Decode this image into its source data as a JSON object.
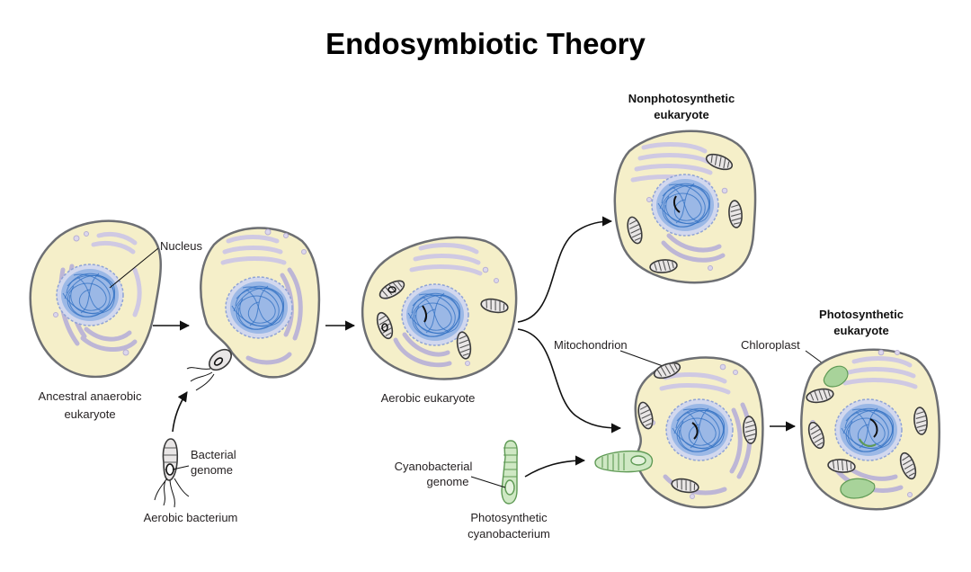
{
  "title": "Endosymbiotic Theory",
  "labels": {
    "nucleus": "Nucleus",
    "ancestral_line1": "Ancestral anaerobic",
    "ancestral_line2": "eukaryote",
    "bacterial_genome_line1": "Bacterial",
    "bacterial_genome_line2": "genome",
    "aerobic_bacterium": "Aerobic bacterium",
    "aerobic_eukaryote": "Aerobic eukaryote",
    "nonphoto_line1": "Nonphotosynthetic",
    "nonphoto_line2": "eukaryote",
    "photo_line1": "Photosynthetic",
    "photo_line2": "eukaryote",
    "mitochondrion": "Mitochondrion",
    "chloroplast": "Chloroplast",
    "cyano_genome_line1": "Cyanobacterial",
    "cyano_genome_line2": "genome",
    "photo_cyano_line1": "Photosynthetic",
    "photo_cyano_line2": "cyanobacterium"
  },
  "colors": {
    "cytoplasm": "#f5efc9",
    "cell_membrane": "#6d6f73",
    "nucleus": "#2f6fc1",
    "endomembrane": "#bdb6d6",
    "chloroplast": "#a8d39a"
  }
}
